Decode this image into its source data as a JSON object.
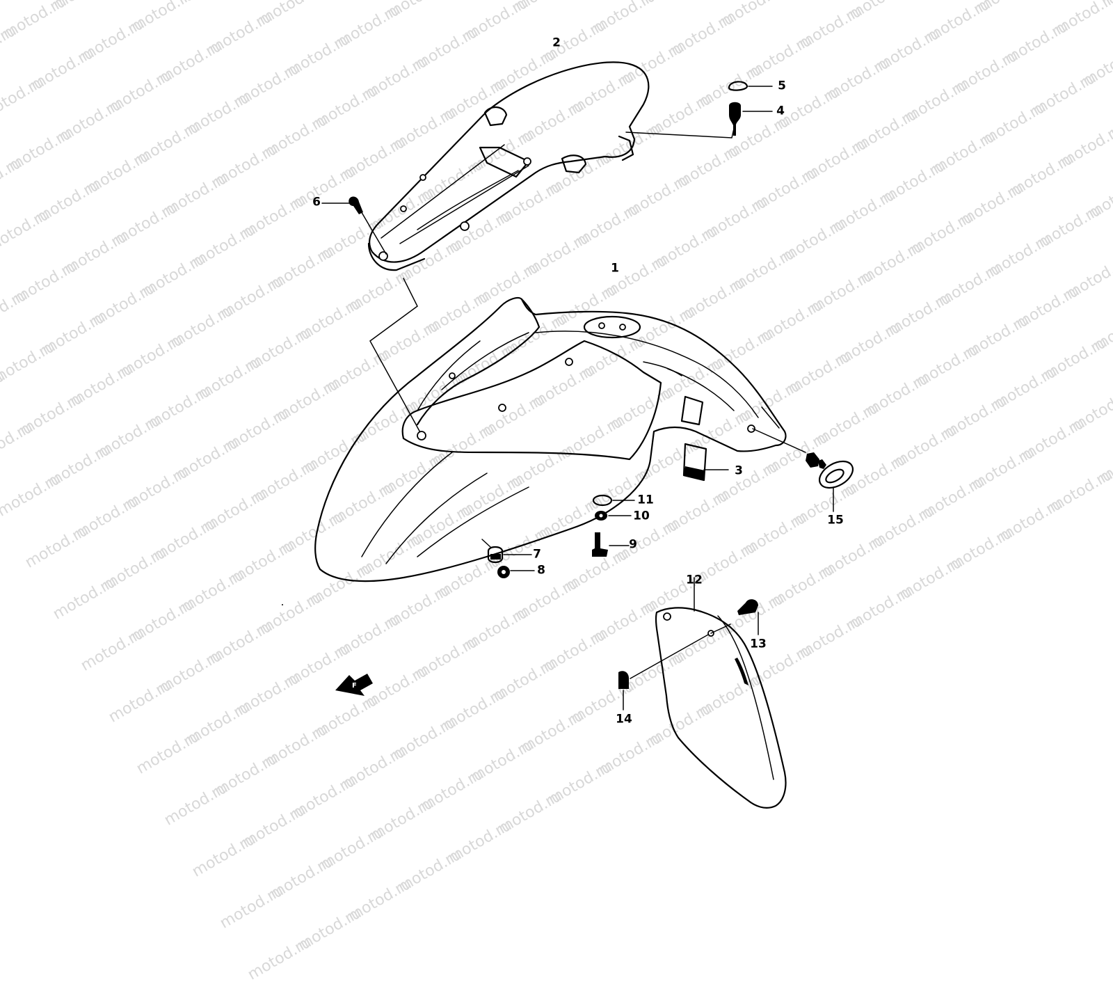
{
  "watermark": {
    "text": "motod.ru"
  },
  "callouts": [
    {
      "id": "1",
      "label": "1"
    },
    {
      "id": "2",
      "label": "2"
    },
    {
      "id": "3",
      "label": "3"
    },
    {
      "id": "4",
      "label": "4"
    },
    {
      "id": "5",
      "label": "5"
    },
    {
      "id": "6",
      "label": "6"
    },
    {
      "id": "7",
      "label": "7"
    },
    {
      "id": "8",
      "label": "8"
    },
    {
      "id": "9",
      "label": "9"
    },
    {
      "id": "10",
      "label": "10"
    },
    {
      "id": "11",
      "label": "11"
    },
    {
      "id": "12",
      "label": "12"
    },
    {
      "id": "13",
      "label": "13"
    },
    {
      "id": "14",
      "label": "14"
    },
    {
      "id": "15",
      "label": "15"
    }
  ],
  "direction_arrow": {
    "label": "F"
  },
  "colors": {
    "line": "#000000",
    "watermark": "#d8d8d8",
    "background": "#ffffff"
  }
}
